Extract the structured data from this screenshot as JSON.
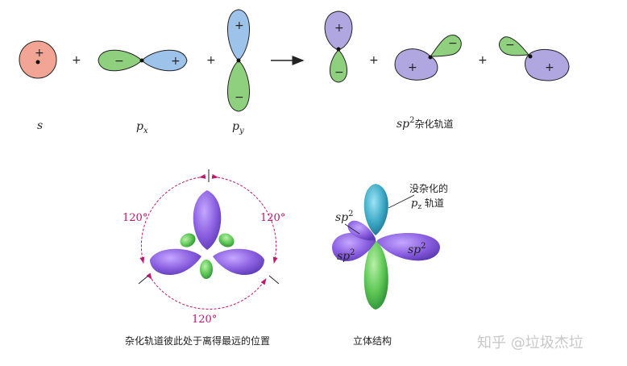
{
  "top_row": {
    "labels": {
      "s": "s",
      "px_base": "p",
      "px_sub": "x",
      "py_base": "p",
      "py_sub": "y",
      "sp2_base": "sp",
      "sp2_sup": "2",
      "sp2_text": "杂化轨道"
    },
    "plus": "+",
    "signs": {
      "pos": "+",
      "neg": "−"
    }
  },
  "planar": {
    "angle_top_left": "120°",
    "angle_top_right": "120°",
    "angle_bottom": "120°",
    "caption": "杂化轨道彼此处于离得最远的位置"
  },
  "stereo": {
    "sp2_base": "sp",
    "sp2_sup": "2",
    "pz_note_line1": "没杂化的",
    "pz_base": "p",
    "pz_sub": "z",
    "pz_note_line2_suffix": " 轨道",
    "caption": "立体结构"
  },
  "watermark": "知乎 @垃圾杰垃",
  "colors": {
    "s_orbital": "#f3a595",
    "green_lobe": "#8fd07f",
    "blue_lobe": "#9ec3ea",
    "purple_lobe": "#b0a6e0",
    "angle_magenta": "#c0186c",
    "dark_purple": "#7b55d6",
    "teal_3d": "#3aa7c4",
    "green_3d": "#5bc653"
  }
}
